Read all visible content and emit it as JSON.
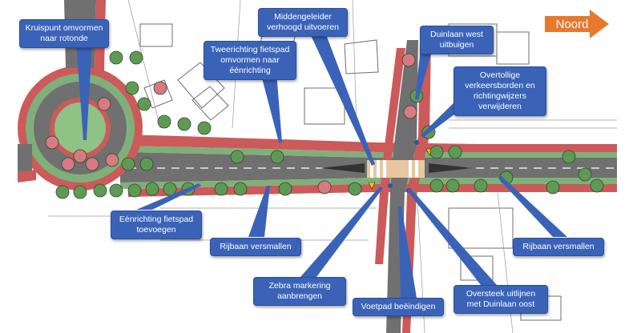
{
  "map": {
    "colors": {
      "cycle_path": "#cc5a5a",
      "green_strip": "#7fb07a",
      "road": "#707070",
      "roundabout_center": "#8fc285",
      "building_line": "#6d6d6d",
      "callout_bg": "#3a63b8",
      "north_arrow": "#e8782f"
    }
  },
  "north": {
    "label": "Noord",
    "icon": "north-arrow-icon"
  },
  "callouts": {
    "roundabout": [
      "Kruispunt omvormen",
      "naar rotonde"
    ],
    "median": [
      "Middengeleider",
      "verhoogd uitvoeren"
    ],
    "two_way_cycle": [
      "Tweerichting fietspad",
      "omvormen naar",
      "éénrichting"
    ],
    "duinlaan_west": [
      "Duinlaan west",
      "uitbuigen"
    ],
    "signs": [
      "Overtollige",
      "verkeersborden en",
      "richtingwijzers",
      "verwijderen"
    ],
    "one_way_cycle": [
      "Eénrichting fietspad",
      "toevoegen"
    ],
    "narrow_left": [
      "Rijbaan versmallen"
    ],
    "narrow_right": [
      "Rijbaan versmallen"
    ],
    "zebra": [
      "Zebra markering",
      "aanbrengen"
    ],
    "sidewalk": [
      "Voetpad beëindigen"
    ],
    "crossing": [
      "Oversteek uitlijnen",
      "met Duinlaan oost"
    ]
  }
}
